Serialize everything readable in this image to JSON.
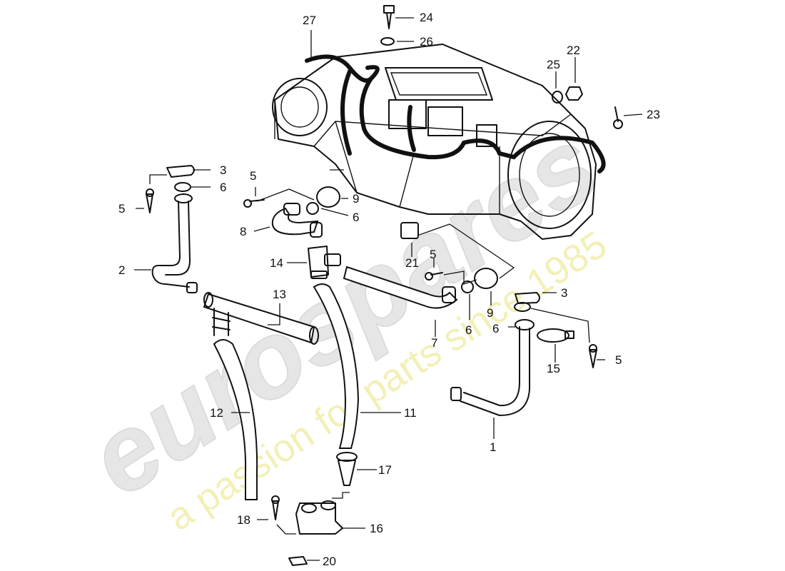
{
  "watermark": {
    "logo": "eurospares",
    "tagline": "a passion for parts since 1985"
  },
  "callouts": {
    "c1": "1",
    "c2": "2",
    "c3a": "3",
    "c3b": "3",
    "c5a": "5",
    "c5b": "5",
    "c5c": "5",
    "c5d": "5",
    "c6a": "6",
    "c6b": "6",
    "c6c": "6",
    "c6d": "6",
    "c7": "7",
    "c8": "8",
    "c9a": "9",
    "c9b": "9",
    "c11": "11",
    "c12": "12",
    "c13": "13",
    "c14": "14",
    "c15": "15",
    "c16": "16",
    "c17": "17",
    "c18": "18",
    "c20": "20",
    "c21": "21",
    "c22": "22",
    "c23": "23",
    "c24": "24",
    "c25": "25",
    "c26": "26",
    "c27": "27"
  }
}
